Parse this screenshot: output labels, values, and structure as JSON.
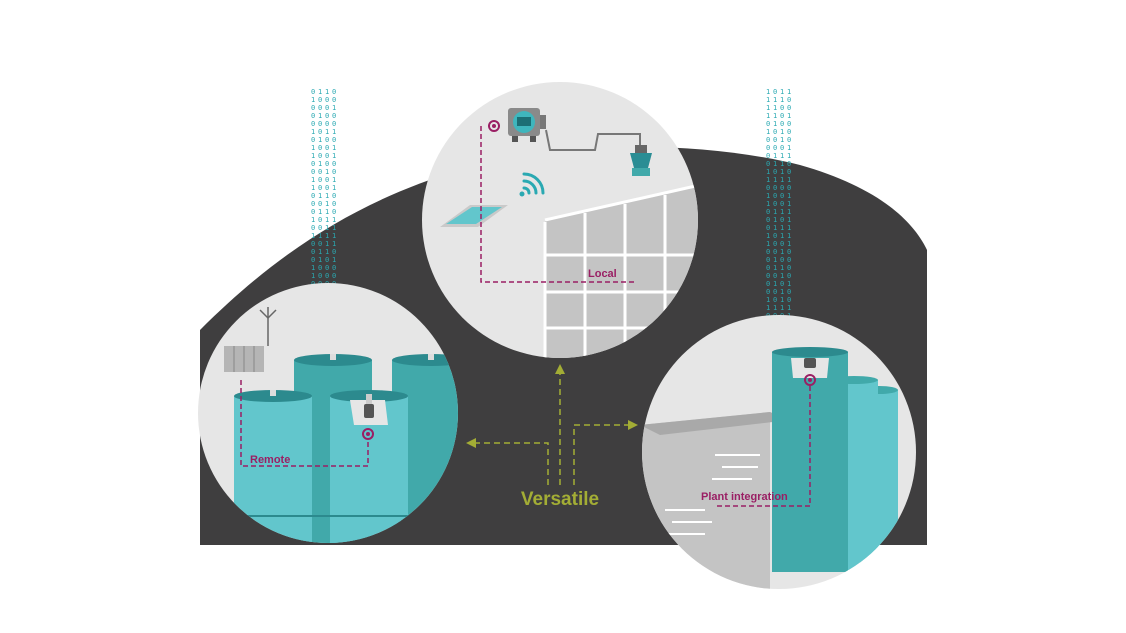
{
  "diagram": {
    "center_label": "Versatile",
    "labels": {
      "local": "Local",
      "remote": "Remote",
      "plant": "Plant integration"
    }
  },
  "colors": {
    "background": "#ffffff",
    "dark_mound": "#3f3e3f",
    "circle_fill": "#e6e6e6",
    "teal_dark": "#41a9aa",
    "teal_light": "#62c6cc",
    "magenta": "#9a1f64",
    "lime": "#a3ad35",
    "grey_building": "#c4c4c4",
    "binary": "#2aa9b2"
  },
  "icons": [
    "transmitter-icon",
    "radar-sensor-icon",
    "smartphone-icon",
    "wifi-icon",
    "antenna-icon",
    "control-unit-icon",
    "binary-stream"
  ]
}
